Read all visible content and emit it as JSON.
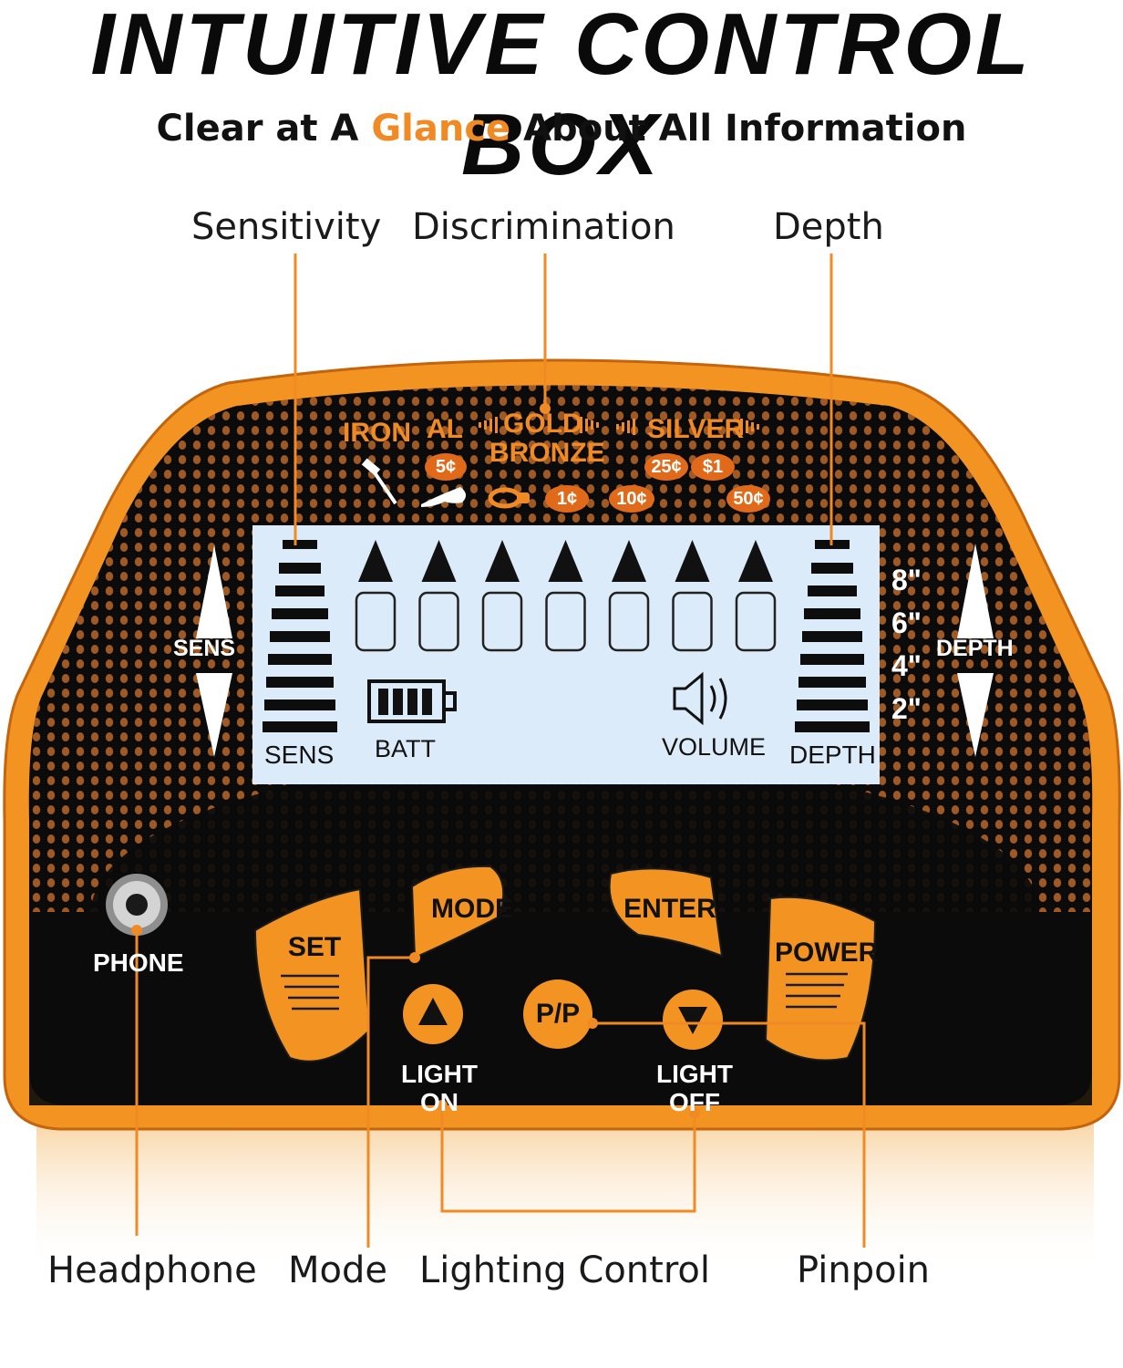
{
  "header": {
    "title": "INTUITIVE CONTROL BOX",
    "subtitle_pre": "Clear at A ",
    "subtitle_highlight": "Glance",
    "subtitle_post": " About All Information"
  },
  "callouts": {
    "sensitivity": "Sensitivity",
    "discrimination": "Discrimination",
    "depth": "Depth",
    "headphone": "Headphone",
    "mode": "Mode",
    "lighting": "Lighting Control",
    "pinpoint": "Pinpoin"
  },
  "metals": {
    "iron": "IRON",
    "al": "AL",
    "gold": "GOLD",
    "bronze": "BRONZE",
    "silver": "SILVER"
  },
  "coins": [
    "5¢",
    "1¢",
    "10¢",
    "25¢",
    "$1",
    "50¢"
  ],
  "lcd": {
    "sens_label": "SENS",
    "batt_label": "BATT",
    "volume_label": "VOLUME",
    "depth_label": "DEPTH",
    "segment_count": 7
  },
  "side": {
    "sens": "SENS",
    "depth": "DEPTH",
    "depth_marks": [
      "8\"",
      "6\"",
      "4\"",
      "2\""
    ]
  },
  "buttons": {
    "set": "SET",
    "mode": "MODE",
    "enter": "ENTER",
    "power": "POWER",
    "pp": "P/P",
    "phone": "PHONE",
    "light_on_1": "LIGHT",
    "light_on_2": "ON",
    "light_off_1": "LIGHT",
    "light_off_2": "OFF"
  },
  "colors": {
    "accent": "#f08a24",
    "coin": "#e06a1a",
    "lcd": "#dcebf9",
    "panel": "#0b0b0b"
  }
}
